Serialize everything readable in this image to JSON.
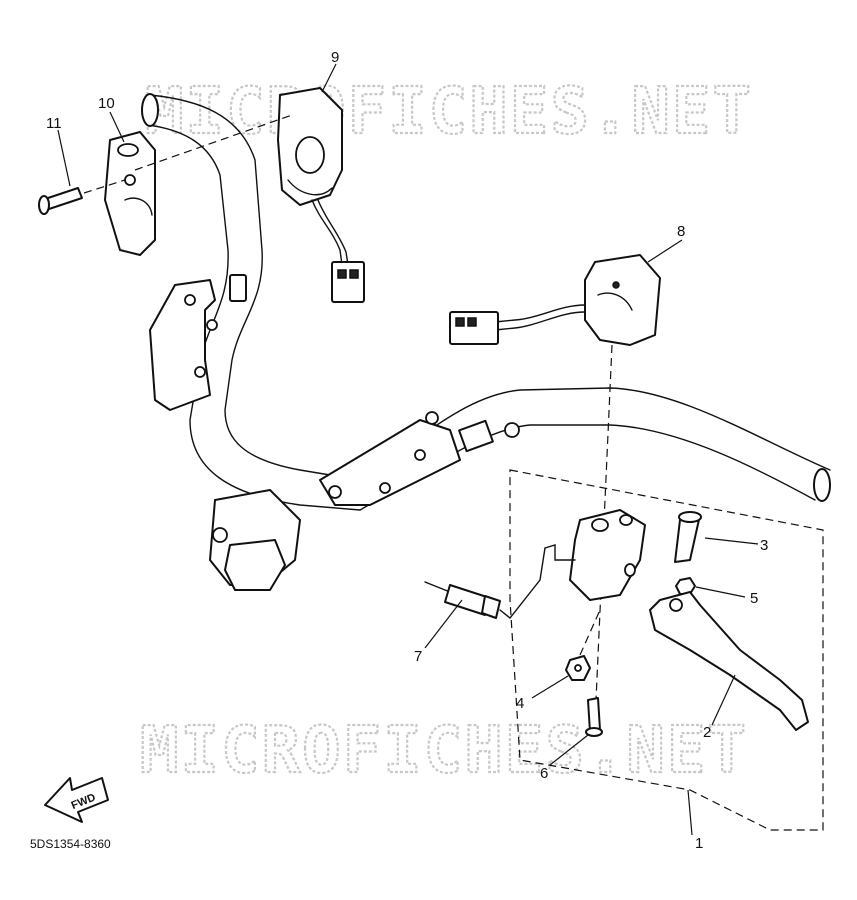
{
  "watermarks": [
    "MICROFICHES.NET",
    "MICROFICHES.NET"
  ],
  "callouts": [
    {
      "id": "1",
      "label": "1"
    },
    {
      "id": "2",
      "label": "2"
    },
    {
      "id": "3",
      "label": "3"
    },
    {
      "id": "4",
      "label": "4"
    },
    {
      "id": "5",
      "label": "5"
    },
    {
      "id": "6",
      "label": "6"
    },
    {
      "id": "7",
      "label": "7"
    },
    {
      "id": "8",
      "label": "8"
    },
    {
      "id": "9",
      "label": "9"
    },
    {
      "id": "10",
      "label": "10"
    },
    {
      "id": "11",
      "label": "11"
    }
  ],
  "fwd_label": "FWD",
  "diagram_code": "5DS1354-8360",
  "colors": {
    "line": "#111111",
    "watermark": "#c8c8c8",
    "background": "#ffffff"
  }
}
